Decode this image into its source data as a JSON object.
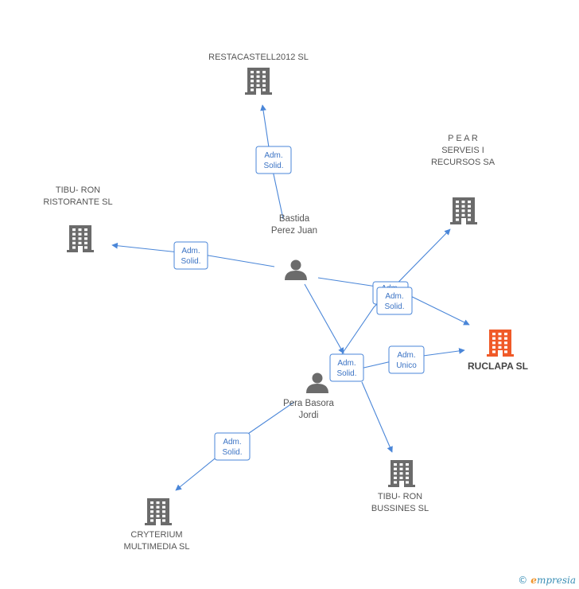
{
  "companies": [
    {
      "id": "restacastell",
      "lines": [
        "RESTACASTELL2012 SL"
      ],
      "highlight": false
    },
    {
      "id": "pear",
      "lines": [
        "P E A R",
        "SERVEIS I",
        "RECURSOS SA"
      ],
      "highlight": false
    },
    {
      "id": "tiburon-ristorante",
      "lines": [
        "TIBU- RON",
        "RISTORANTE  SL"
      ],
      "highlight": false
    },
    {
      "id": "ruclapa",
      "lines": [
        "RUCLAPA SL"
      ],
      "highlight": true
    },
    {
      "id": "tiburon-bussines",
      "lines": [
        "TIBU- RON",
        "BUSSINES  SL"
      ],
      "highlight": false
    },
    {
      "id": "cryterium",
      "lines": [
        "CRYTERIUM",
        "MULTIMEDIA SL"
      ],
      "highlight": false
    }
  ],
  "people": [
    {
      "id": "bastida",
      "lines": [
        "Bastida",
        "Perez Juan"
      ]
    },
    {
      "id": "pera",
      "lines": [
        "Pera Basora",
        "Jordi"
      ]
    }
  ],
  "badges": [
    {
      "id": "b1",
      "lines": [
        "Adm.",
        "Solid."
      ]
    },
    {
      "id": "b2",
      "lines": [
        "Adm.",
        "Solid."
      ]
    },
    {
      "id": "b3",
      "lines": [
        "Adm.",
        "Solid."
      ]
    },
    {
      "id": "b4",
      "lines": [
        "Adm.",
        "Solid."
      ]
    },
    {
      "id": "b5",
      "lines": [
        "Adm.",
        "Solid."
      ]
    },
    {
      "id": "b6",
      "lines": [
        "Adm.",
        "Unico"
      ]
    },
    {
      "id": "b7",
      "lines": [
        "Adm.",
        "Solid."
      ]
    }
  ],
  "footer": {
    "copyright": "©",
    "brand_initial": "e",
    "brand_rest": "mpresia"
  },
  "colors": {
    "edge": "#4a86d8",
    "building": "#6b6b6b",
    "highlight": "#f05a28",
    "person": "#6b6b6b"
  },
  "icons": {
    "company": "building-icon",
    "person": "person-icon"
  }
}
